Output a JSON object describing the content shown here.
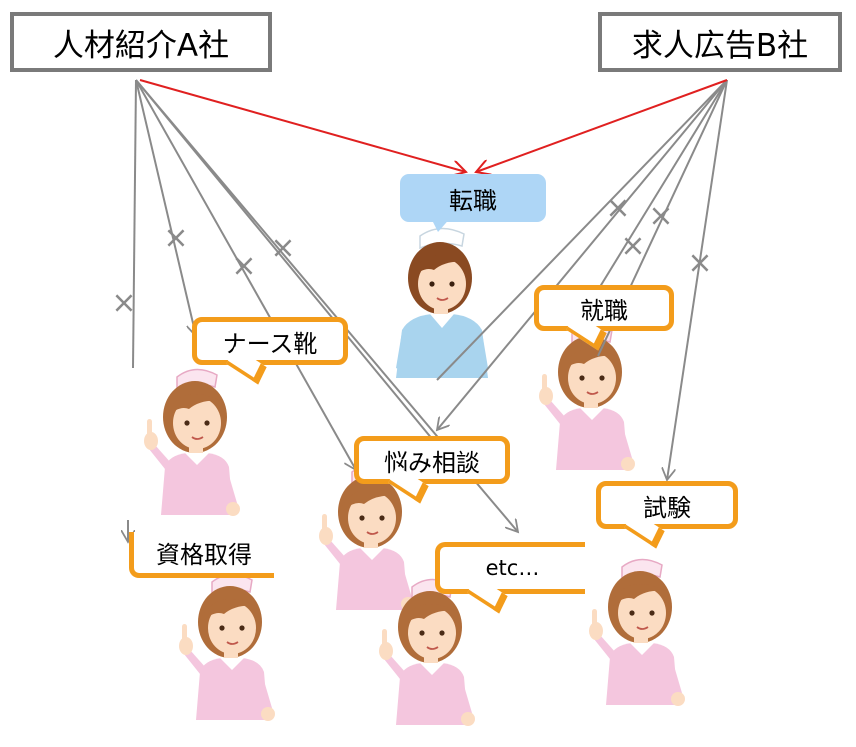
{
  "companies": {
    "a": "人材紹介A社",
    "b": "求人広告B社"
  },
  "bubbles": {
    "tenshoku": "転職",
    "shushoku": "就職",
    "nurse_shoes": "ナース靴",
    "consult": "悩み相談",
    "exam": "試験",
    "certification": "資格取得",
    "etc": "etc…"
  },
  "colors": {
    "target_arrow": "#e02020",
    "other_arrow": "#8a8a8a",
    "bubble_border": "#f39c1b",
    "highlight_bubble": "#aed6f6",
    "nurse_main_uniform": "#a9d4ee",
    "nurse_other_uniform": "#f4c6de",
    "company_border": "#7a7a7a"
  },
  "marks": {
    "cross_glyph": "×"
  }
}
